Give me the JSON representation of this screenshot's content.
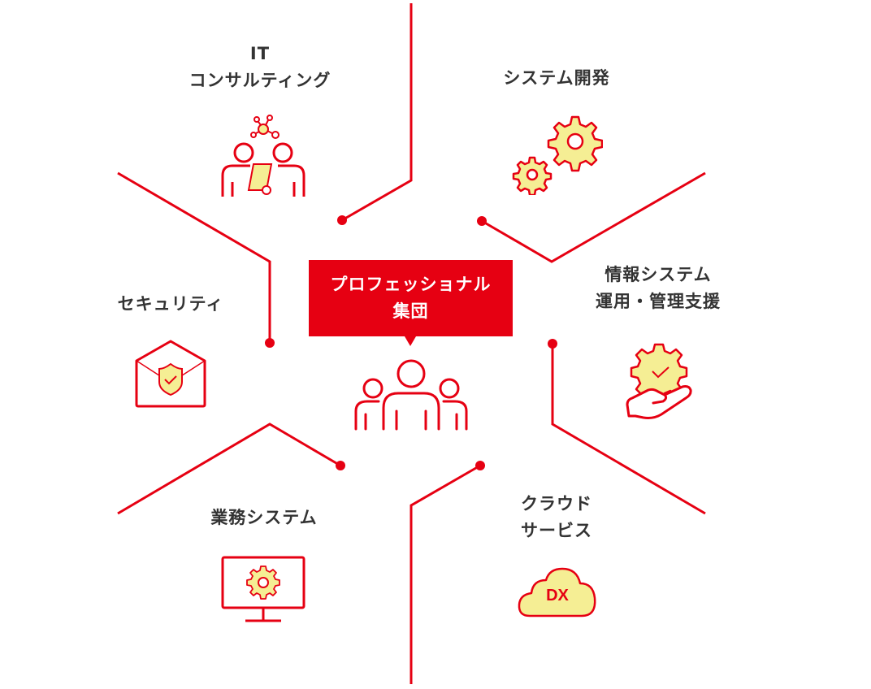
{
  "colors": {
    "accent": "#e60012",
    "icon_fill": "#f5ee94",
    "text": "#333333",
    "background": "#ffffff"
  },
  "center": {
    "line1": "プロフェッショナル",
    "line2": "集団",
    "icon": "group-of-people-icon"
  },
  "services": [
    {
      "id": "it-consulting",
      "lines": [
        "IT",
        "コンサルティング"
      ],
      "icon": "consulting-people-network-icon"
    },
    {
      "id": "system-development",
      "lines": [
        "システム開発"
      ],
      "icon": "gears-icon"
    },
    {
      "id": "it-operations-support",
      "lines": [
        "情報システム",
        "運用・管理支援"
      ],
      "icon": "hand-gear-check-icon"
    },
    {
      "id": "cloud-services",
      "lines": [
        "クラウド",
        "サービス"
      ],
      "icon": "cloud-dx-icon",
      "icon_text": "DX"
    },
    {
      "id": "business-systems",
      "lines": [
        "業務システム"
      ],
      "icon": "monitor-gear-icon"
    },
    {
      "id": "security",
      "lines": [
        "セキュリティ"
      ],
      "icon": "envelope-shield-icon"
    }
  ]
}
